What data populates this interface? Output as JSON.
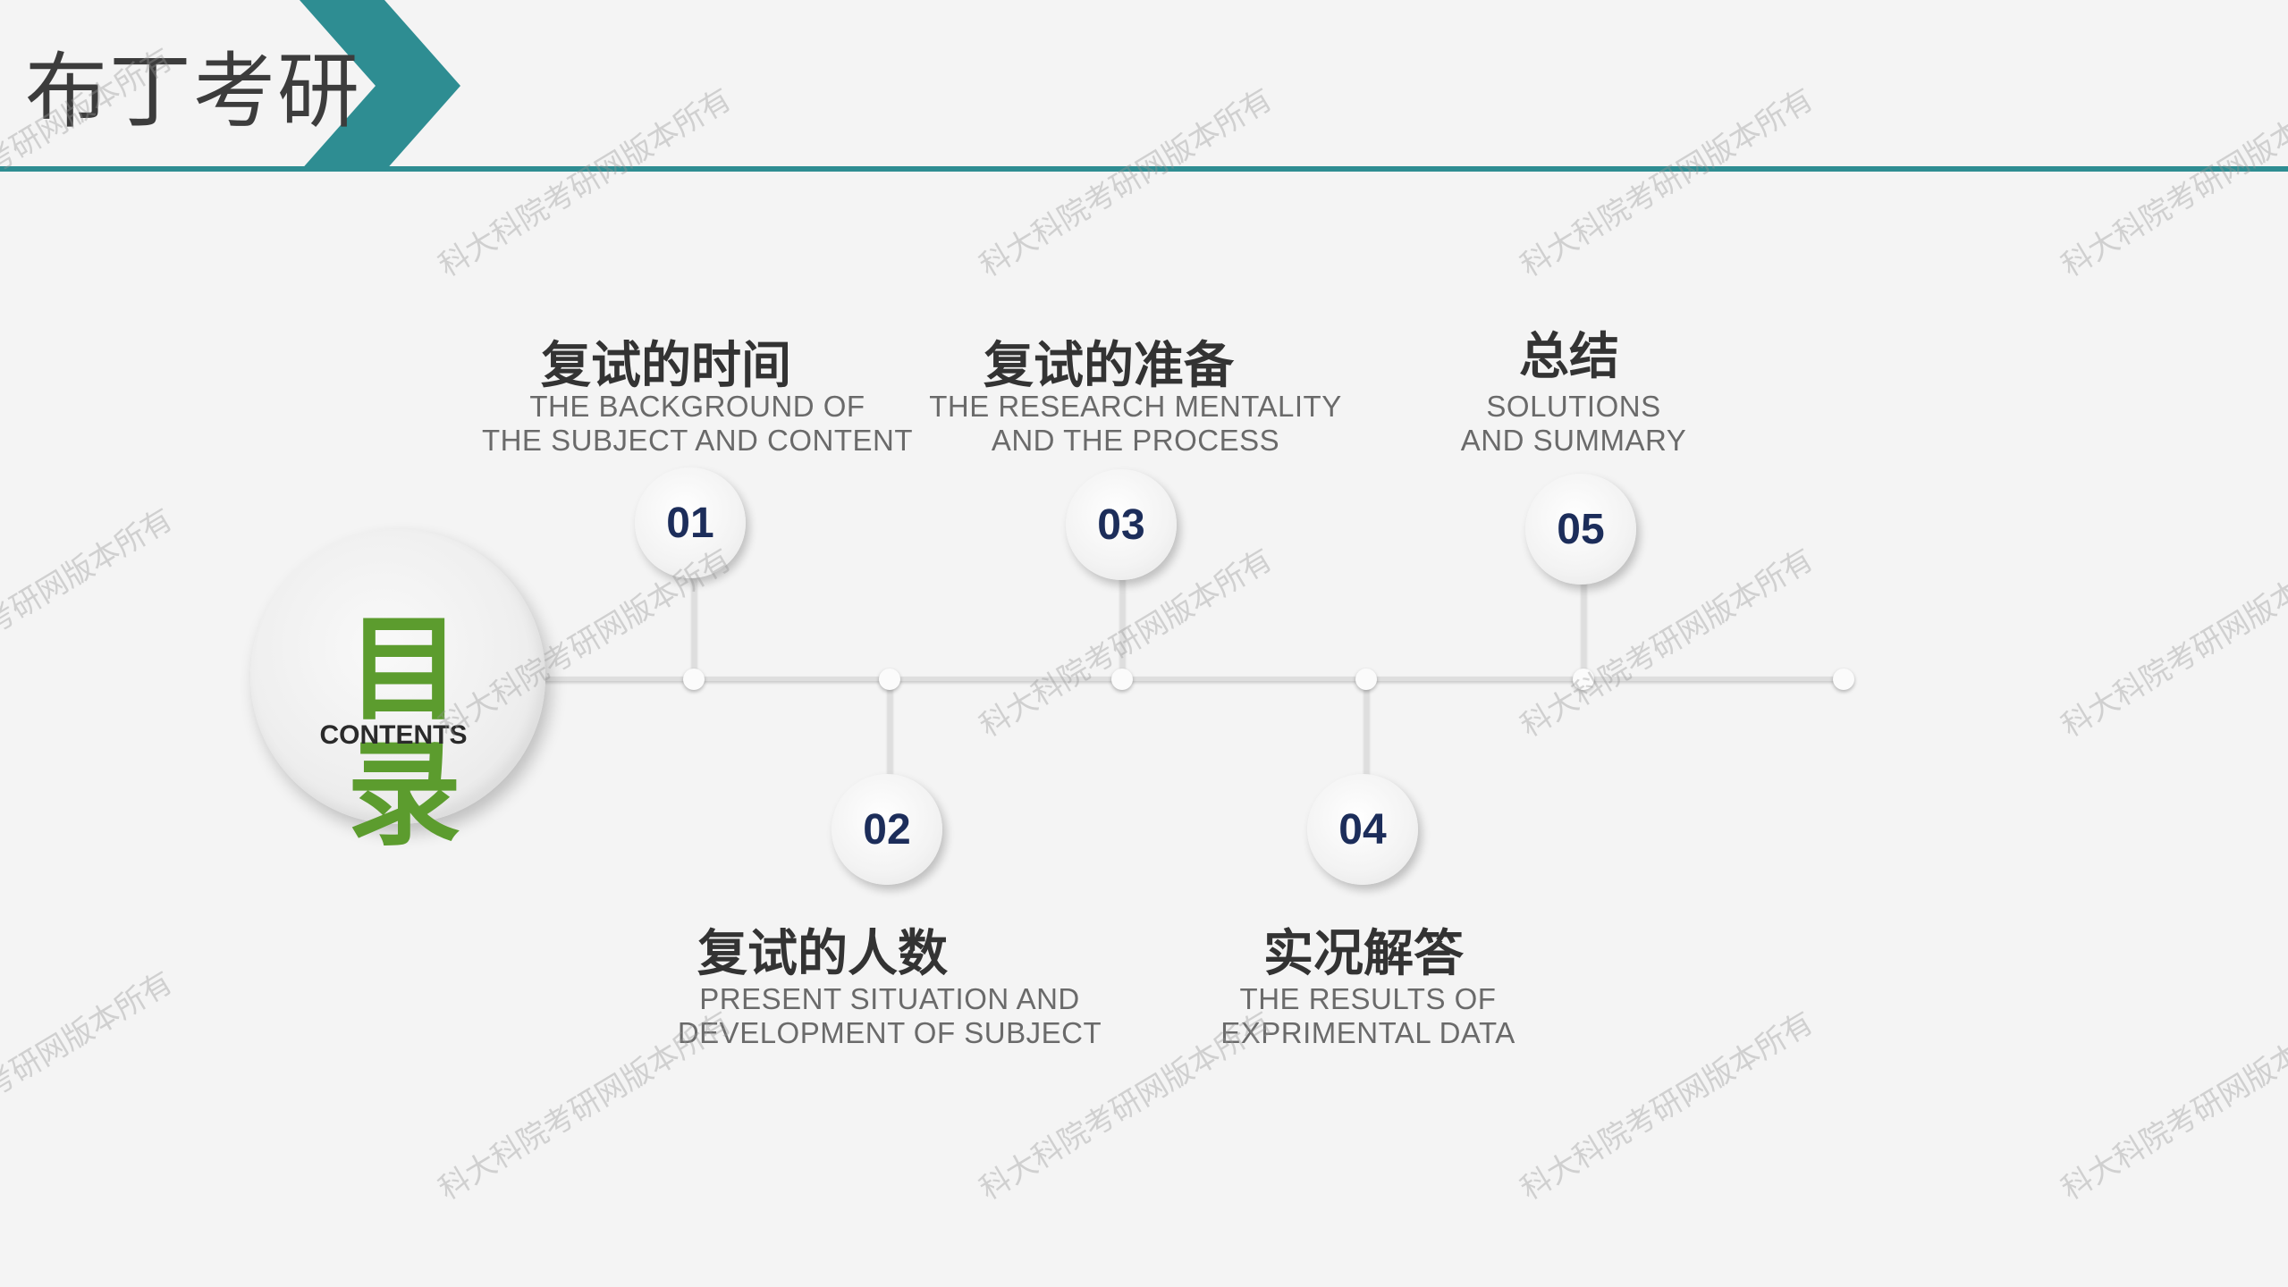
{
  "brand": {
    "title": "布丁考研"
  },
  "contents": {
    "title": "目录",
    "subtitle": "CONTENTS"
  },
  "items": [
    {
      "number": "01",
      "title": "复试的时间",
      "desc_line1": "THE BACKGROUND OF",
      "desc_line2": "THE SUBJECT AND CONTENT"
    },
    {
      "number": "02",
      "title": "复试的人数",
      "desc_line1": "PRESENT SITUATION AND",
      "desc_line2": "DEVELOPMENT OF SUBJECT"
    },
    {
      "number": "03",
      "title": "复试的准备",
      "desc_line1": "THE RESEARCH MENTALITY",
      "desc_line2": "AND THE PROCESS"
    },
    {
      "number": "04",
      "title": "实况解答",
      "desc_line1": "THE RESULTS OF",
      "desc_line2": "EXPRIMENTAL DATA"
    },
    {
      "number": "05",
      "title": "总结",
      "desc_line1": "SOLUTIONS",
      "desc_line2": "AND SUMMARY"
    }
  ],
  "watermark": {
    "text": "科大科院考研网版本所有"
  },
  "colors": {
    "accent": "#2e8d92",
    "green": "#5c9c2e",
    "number": "#1c2d5a"
  }
}
